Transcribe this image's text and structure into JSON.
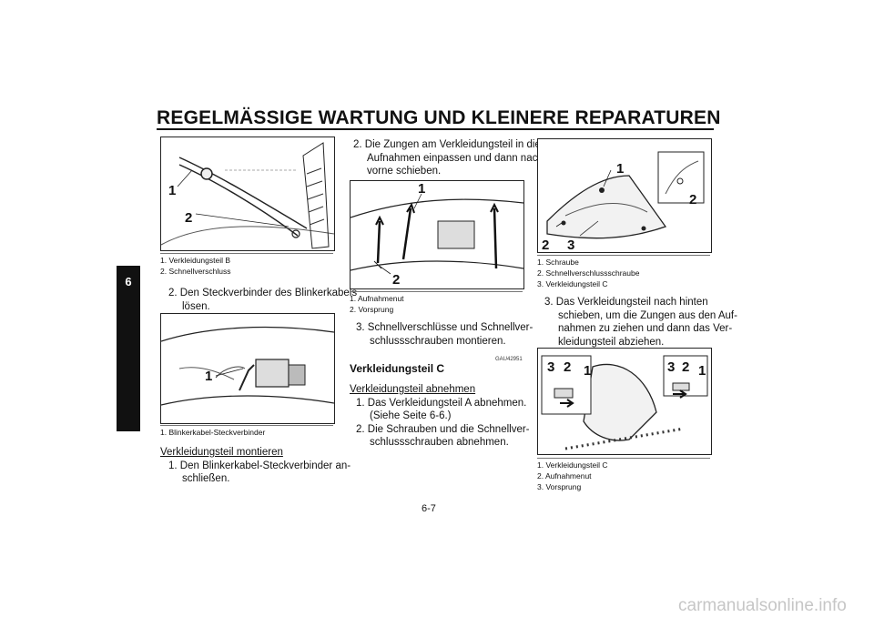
{
  "header": {
    "title": "REGELMÄSSIGE WARTUNG UND KLEINERE REPARATUREN",
    "chapter_tab": "6"
  },
  "col1": {
    "fig1": {
      "labels": [
        "1",
        "2"
      ],
      "captions": [
        "1.  Verkleidungsteil B",
        "2.  Schnellverschluss"
      ]
    },
    "step2": [
      "2.  Den Steckverbinder des Blinkerkabels",
      "lösen."
    ],
    "fig2": {
      "labels": [
        "1"
      ],
      "captions": [
        "1.  Blinkerkabel-Steckverbinder"
      ]
    },
    "sub_heading": "Verkleidungsteil montieren",
    "step1": [
      "1.  Den Blinkerkabel-Steckverbinder an-",
      "schließen."
    ]
  },
  "col2": {
    "step2": [
      "2.  Die Zungen am Verkleidungsteil in die",
      "Aufnahmen einpassen und dann nach",
      "vorne schieben."
    ],
    "fig": {
      "labels": [
        "1",
        "2"
      ],
      "captions": [
        "1.  Aufnahmenut",
        "2.  Vorsprung"
      ]
    },
    "step3": [
      "3.  Schnellverschlüsse und Schnellver-",
      "schlussschrauben montieren."
    ],
    "code": "GAU42951",
    "heading": "Verkleidungsteil C",
    "sub_heading": "Verkleidungsteil abnehmen",
    "steps": [
      "1.  Das Verkleidungsteil A abnehmen.",
      "(Siehe Seite 6-6.)",
      "2.  Die Schrauben und die Schnellver-",
      "schlussschrauben abnehmen."
    ]
  },
  "col3": {
    "fig1": {
      "labels": [
        "1",
        "2",
        "2",
        "3"
      ],
      "captions": [
        "1.  Schraube",
        "2.  Schnellverschlussschraube",
        "3.  Verkleidungsteil C"
      ]
    },
    "step3": [
      "3.  Das Verkleidungsteil nach hinten",
      "schieben, um die Zungen aus den Auf-",
      "nahmen zu ziehen und dann das Ver-",
      "kleidungsteil abziehen."
    ],
    "fig2": {
      "labels": [
        "3",
        "2",
        "1",
        "3",
        "2",
        "1"
      ],
      "captions": [
        "1.  Verkleidungsteil C",
        "2.  Aufnahmenut",
        "3.  Vorsprung"
      ]
    }
  },
  "footer": {
    "page_number": "6-7",
    "watermark": "carmanualsonline.info"
  }
}
